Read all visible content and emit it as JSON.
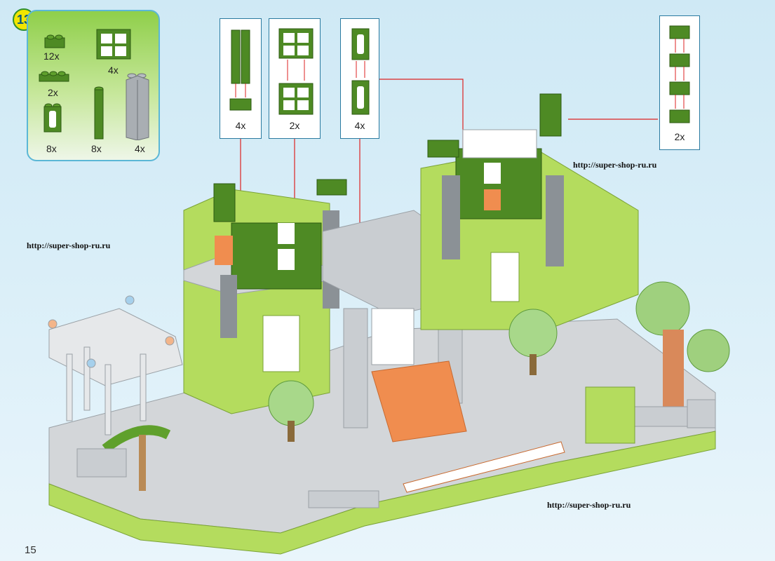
{
  "step": {
    "number": "13"
  },
  "parts_list": [
    {
      "name": "green-brick-2x2",
      "qty": "12x"
    },
    {
      "name": "white-window-frame",
      "qty": "4x"
    },
    {
      "name": "green-plate-1x4",
      "qty": "2x"
    },
    {
      "name": "green-window-brick",
      "qty": "8x"
    },
    {
      "name": "green-pillar-1x1",
      "qty": "8x"
    },
    {
      "name": "grey-column-2x2",
      "qty": "4x"
    }
  ],
  "callouts": [
    {
      "name": "pillar-assembly",
      "qty": "4x"
    },
    {
      "name": "window-frame-assembly",
      "qty": "2x"
    },
    {
      "name": "window-brick-assembly",
      "qty": "4x"
    },
    {
      "name": "brick-stack-assembly",
      "qty": "2x"
    }
  ],
  "watermarks": [
    "http://super-shop-ru.ru",
    "http://super-shop-ru.ru",
    "http://super-shop-ru.ru"
  ],
  "page_number": "15",
  "colors": {
    "lime": "#b4dc5e",
    "dark_green": "#4e8a24",
    "grey": "#c9cdd1",
    "orange": "#f08d4f",
    "frame": "#2a7aa0"
  }
}
